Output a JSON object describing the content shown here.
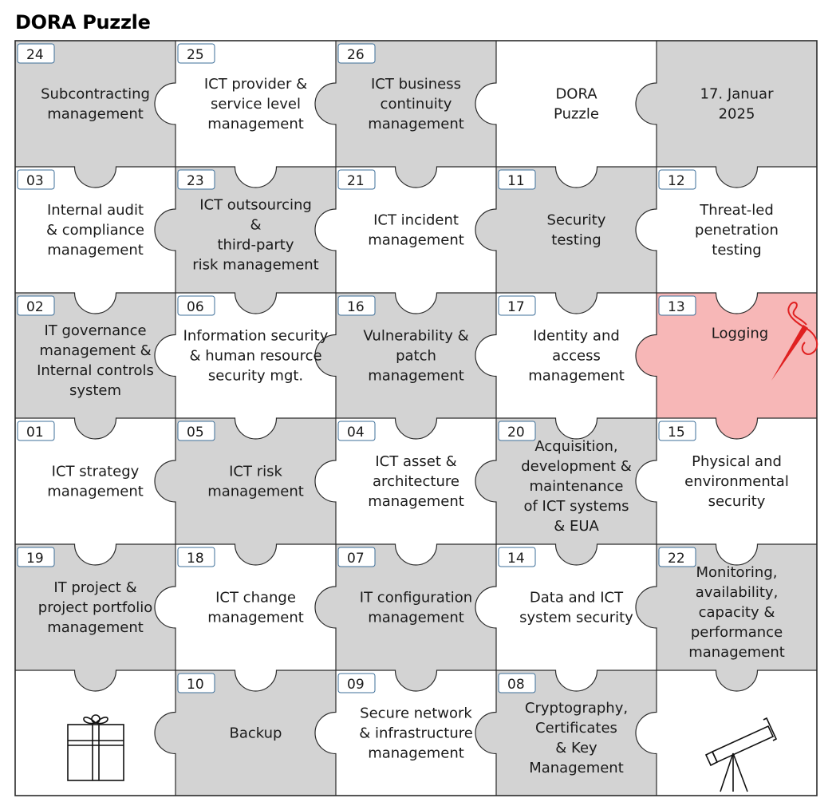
{
  "title": "DORA Puzzle",
  "colors": {
    "grey": "#d3d3d3",
    "white": "#ffffff",
    "highlight": "#f7b7b7",
    "accent": "#e02020",
    "border": "#555555"
  },
  "cells": [
    {
      "row": 0,
      "col": 0,
      "num": "24",
      "lines": [
        "Subcontracting",
        "management"
      ],
      "shade": "grey"
    },
    {
      "row": 0,
      "col": 1,
      "num": "25",
      "lines": [
        "ICT provider &",
        "service level",
        "management"
      ],
      "shade": "white"
    },
    {
      "row": 0,
      "col": 2,
      "num": "26",
      "lines": [
        "ICT business",
        "continuity",
        "management"
      ],
      "shade": "grey"
    },
    {
      "row": 0,
      "col": 3,
      "num": "",
      "lines": [
        "DORA",
        "Puzzle"
      ],
      "shade": "white",
      "accent": true
    },
    {
      "row": 0,
      "col": 4,
      "num": "",
      "lines": [
        "17. Januar",
        "2025"
      ],
      "shade": "grey"
    },
    {
      "row": 1,
      "col": 0,
      "num": "03",
      "lines": [
        "Internal audit",
        "& compliance",
        "management"
      ],
      "shade": "white"
    },
    {
      "row": 1,
      "col": 1,
      "num": "23",
      "lines": [
        "ICT outsourcing",
        "&",
        "third-party",
        "risk management"
      ],
      "shade": "grey"
    },
    {
      "row": 1,
      "col": 2,
      "num": "21",
      "lines": [
        "ICT incident",
        "management"
      ],
      "shade": "white"
    },
    {
      "row": 1,
      "col": 3,
      "num": "11",
      "lines": [
        "Security",
        "testing"
      ],
      "shade": "grey"
    },
    {
      "row": 1,
      "col": 4,
      "num": "12",
      "lines": [
        "Threat-led",
        "penetration",
        "testing"
      ],
      "shade": "white"
    },
    {
      "row": 2,
      "col": 0,
      "num": "02",
      "lines": [
        "IT governance",
        "management &",
        "Internal controls",
        "system"
      ],
      "shade": "grey"
    },
    {
      "row": 2,
      "col": 1,
      "num": "06",
      "lines": [
        "Information security",
        "& human resource",
        "security mgt."
      ],
      "shade": "white"
    },
    {
      "row": 2,
      "col": 2,
      "num": "16",
      "lines": [
        "Vulnerability &",
        "patch",
        "management"
      ],
      "shade": "grey"
    },
    {
      "row": 2,
      "col": 3,
      "num": "17",
      "lines": [
        "Identity and",
        "access",
        "management"
      ],
      "shade": "white"
    },
    {
      "row": 2,
      "col": 4,
      "num": "13",
      "lines": [
        "Logging"
      ],
      "shade": "highlight",
      "icon": "needle-thread-icon"
    },
    {
      "row": 3,
      "col": 0,
      "num": "01",
      "lines": [
        "ICT strategy",
        "management"
      ],
      "shade": "white"
    },
    {
      "row": 3,
      "col": 1,
      "num": "05",
      "lines": [
        "ICT risk",
        "management"
      ],
      "shade": "grey"
    },
    {
      "row": 3,
      "col": 2,
      "num": "04",
      "lines": [
        "ICT asset &",
        "architecture",
        "management"
      ],
      "shade": "white"
    },
    {
      "row": 3,
      "col": 3,
      "num": "20",
      "lines": [
        "Acquisition,",
        "development &",
        "maintenance",
        "of ICT systems",
        "& EUA"
      ],
      "shade": "grey"
    },
    {
      "row": 3,
      "col": 4,
      "num": "15",
      "lines": [
        "Physical and",
        "environmental",
        "security"
      ],
      "shade": "white"
    },
    {
      "row": 4,
      "col": 0,
      "num": "19",
      "lines": [
        "IT project &",
        "project portfolio",
        "management"
      ],
      "shade": "grey"
    },
    {
      "row": 4,
      "col": 1,
      "num": "18",
      "lines": [
        "ICT change",
        "management"
      ],
      "shade": "white"
    },
    {
      "row": 4,
      "col": 2,
      "num": "07",
      "lines": [
        "IT configuration",
        "management"
      ],
      "shade": "grey"
    },
    {
      "row": 4,
      "col": 3,
      "num": "14",
      "lines": [
        "Data and ICT",
        "system security"
      ],
      "shade": "white"
    },
    {
      "row": 4,
      "col": 4,
      "num": "22",
      "lines": [
        "Monitoring,",
        "availability,",
        "capacity &",
        "performance",
        "management"
      ],
      "shade": "grey"
    },
    {
      "row": 5,
      "col": 0,
      "num": "",
      "lines": [],
      "shade": "white",
      "icon": "gift-icon"
    },
    {
      "row": 5,
      "col": 1,
      "num": "10",
      "lines": [
        "Backup"
      ],
      "shade": "grey"
    },
    {
      "row": 5,
      "col": 2,
      "num": "09",
      "lines": [
        "Secure network",
        "& infrastructure",
        "management"
      ],
      "shade": "white"
    },
    {
      "row": 5,
      "col": 3,
      "num": "08",
      "lines": [
        "Cryptography,",
        "Certificates",
        "& Key",
        "Management"
      ],
      "shade": "grey"
    },
    {
      "row": 5,
      "col": 4,
      "num": "",
      "lines": [],
      "shade": "white",
      "icon": "telescope-icon"
    }
  ]
}
